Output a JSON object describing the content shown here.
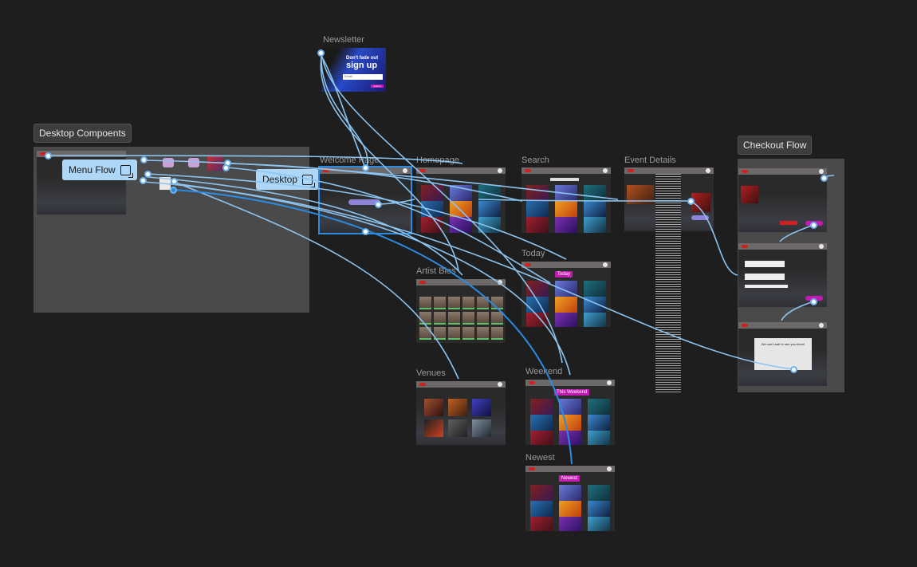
{
  "sections": {
    "desktop_components": "Desktop Compoents",
    "checkout_flow": "Checkout Flow"
  },
  "flow_buttons": {
    "menu_flow": "Menu Flow",
    "desktop": "Desktop"
  },
  "frames": {
    "newsletter": "Newsletter",
    "welcome_page": "Welcome Page",
    "homepage": "Homepage",
    "search": "Search",
    "event_details": "Event Details",
    "today": "Today",
    "artist_bios": "Artist Bios",
    "venues": "Venues",
    "weekend": "Weekend",
    "newest": "Newest"
  },
  "newsletter_card": {
    "line1": "Don't fade out",
    "line2": "sign up",
    "input_placeholder": "Email",
    "submit": "Submit"
  },
  "page_tags": {
    "today": "Today",
    "weekend": "This Weekend",
    "newest": "Newest"
  },
  "checkout": {
    "thanks": "We can't wait to see you there!"
  },
  "colors": {
    "canvas": "#1e1e1e",
    "flow_line": "#8cc4f0",
    "flow_line_selected": "#2b8be0",
    "accent_pink": "#c21bb3",
    "brand_red": "#d0201f"
  }
}
